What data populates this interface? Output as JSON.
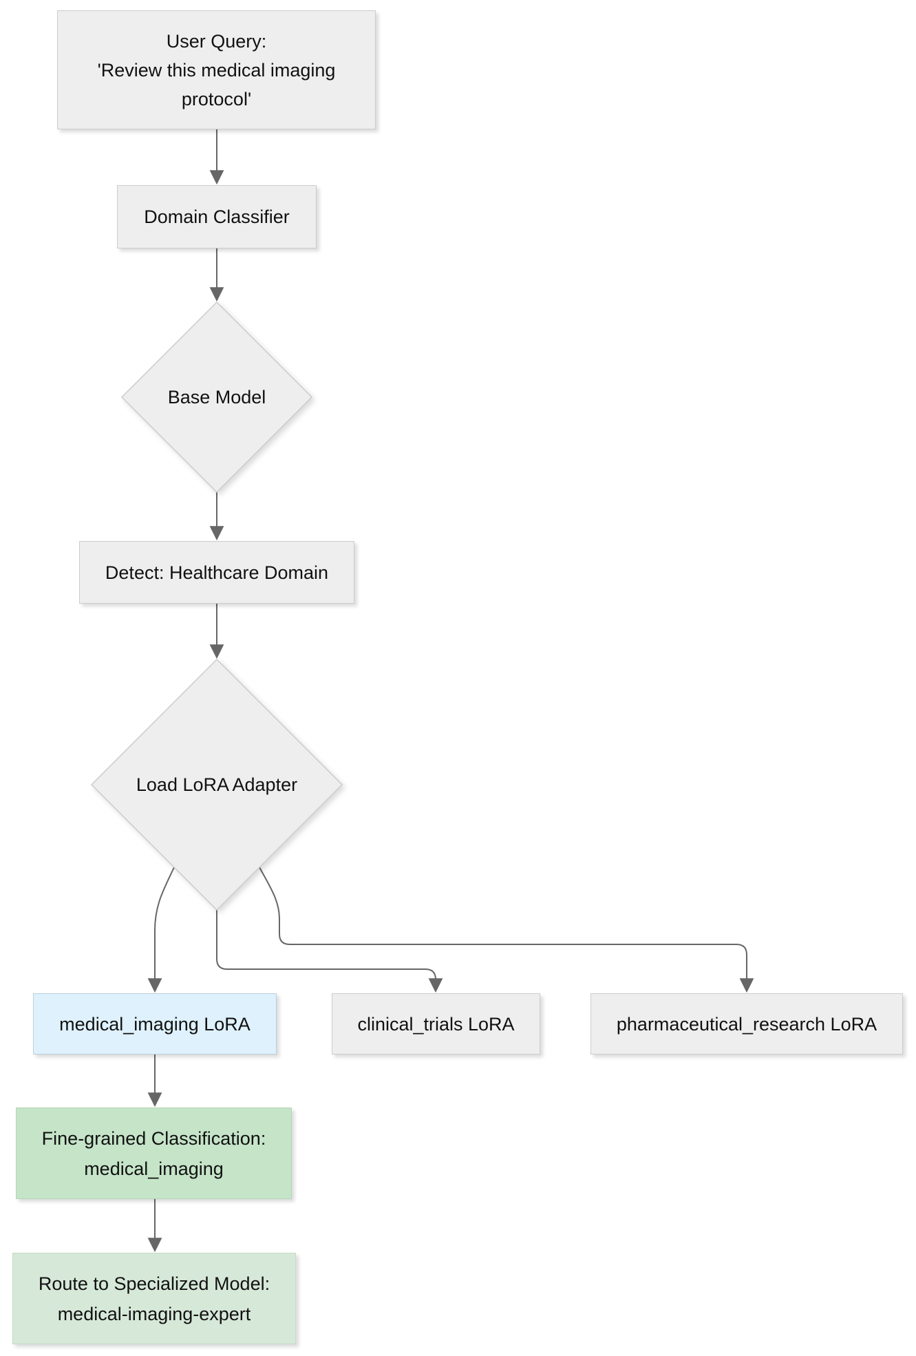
{
  "nodes": {
    "user_query": {
      "lines": [
        "User Query:",
        "'Review this medical imaging",
        "protocol'"
      ]
    },
    "domain_classifier": {
      "label": "Domain Classifier"
    },
    "base_model": {
      "label": "Base Model"
    },
    "detect_domain": {
      "label": "Detect: Healthcare Domain"
    },
    "load_lora_adapter": {
      "label": "Load LoRA Adapter"
    },
    "medical_imaging_lora": {
      "label": "medical_imaging LoRA"
    },
    "clinical_trials_lora": {
      "label": "clinical_trials LoRA"
    },
    "pharmaceutical_research_lora": {
      "label": "pharmaceutical_research LoRA"
    },
    "fine_grained_classification": {
      "lines": [
        "Fine-grained Classification:",
        "medical_imaging"
      ]
    },
    "route_to_specialized_model": {
      "lines": [
        "Route to Specialized Model:",
        "medical-imaging-expert"
      ]
    }
  },
  "colors": {
    "node_fill": "#eeeeee",
    "node_border": "#cccccc",
    "selected_fill": "#def1fc",
    "selected_border": "#bcd0da",
    "classification_fill": "#c5e4c8",
    "classification_border": "#b3d6b8",
    "route_fill": "#d6e8d8",
    "route_border": "#c3dcc6",
    "edge_stroke": "#666666",
    "text_color": "#111111",
    "background": "#ffffff"
  }
}
